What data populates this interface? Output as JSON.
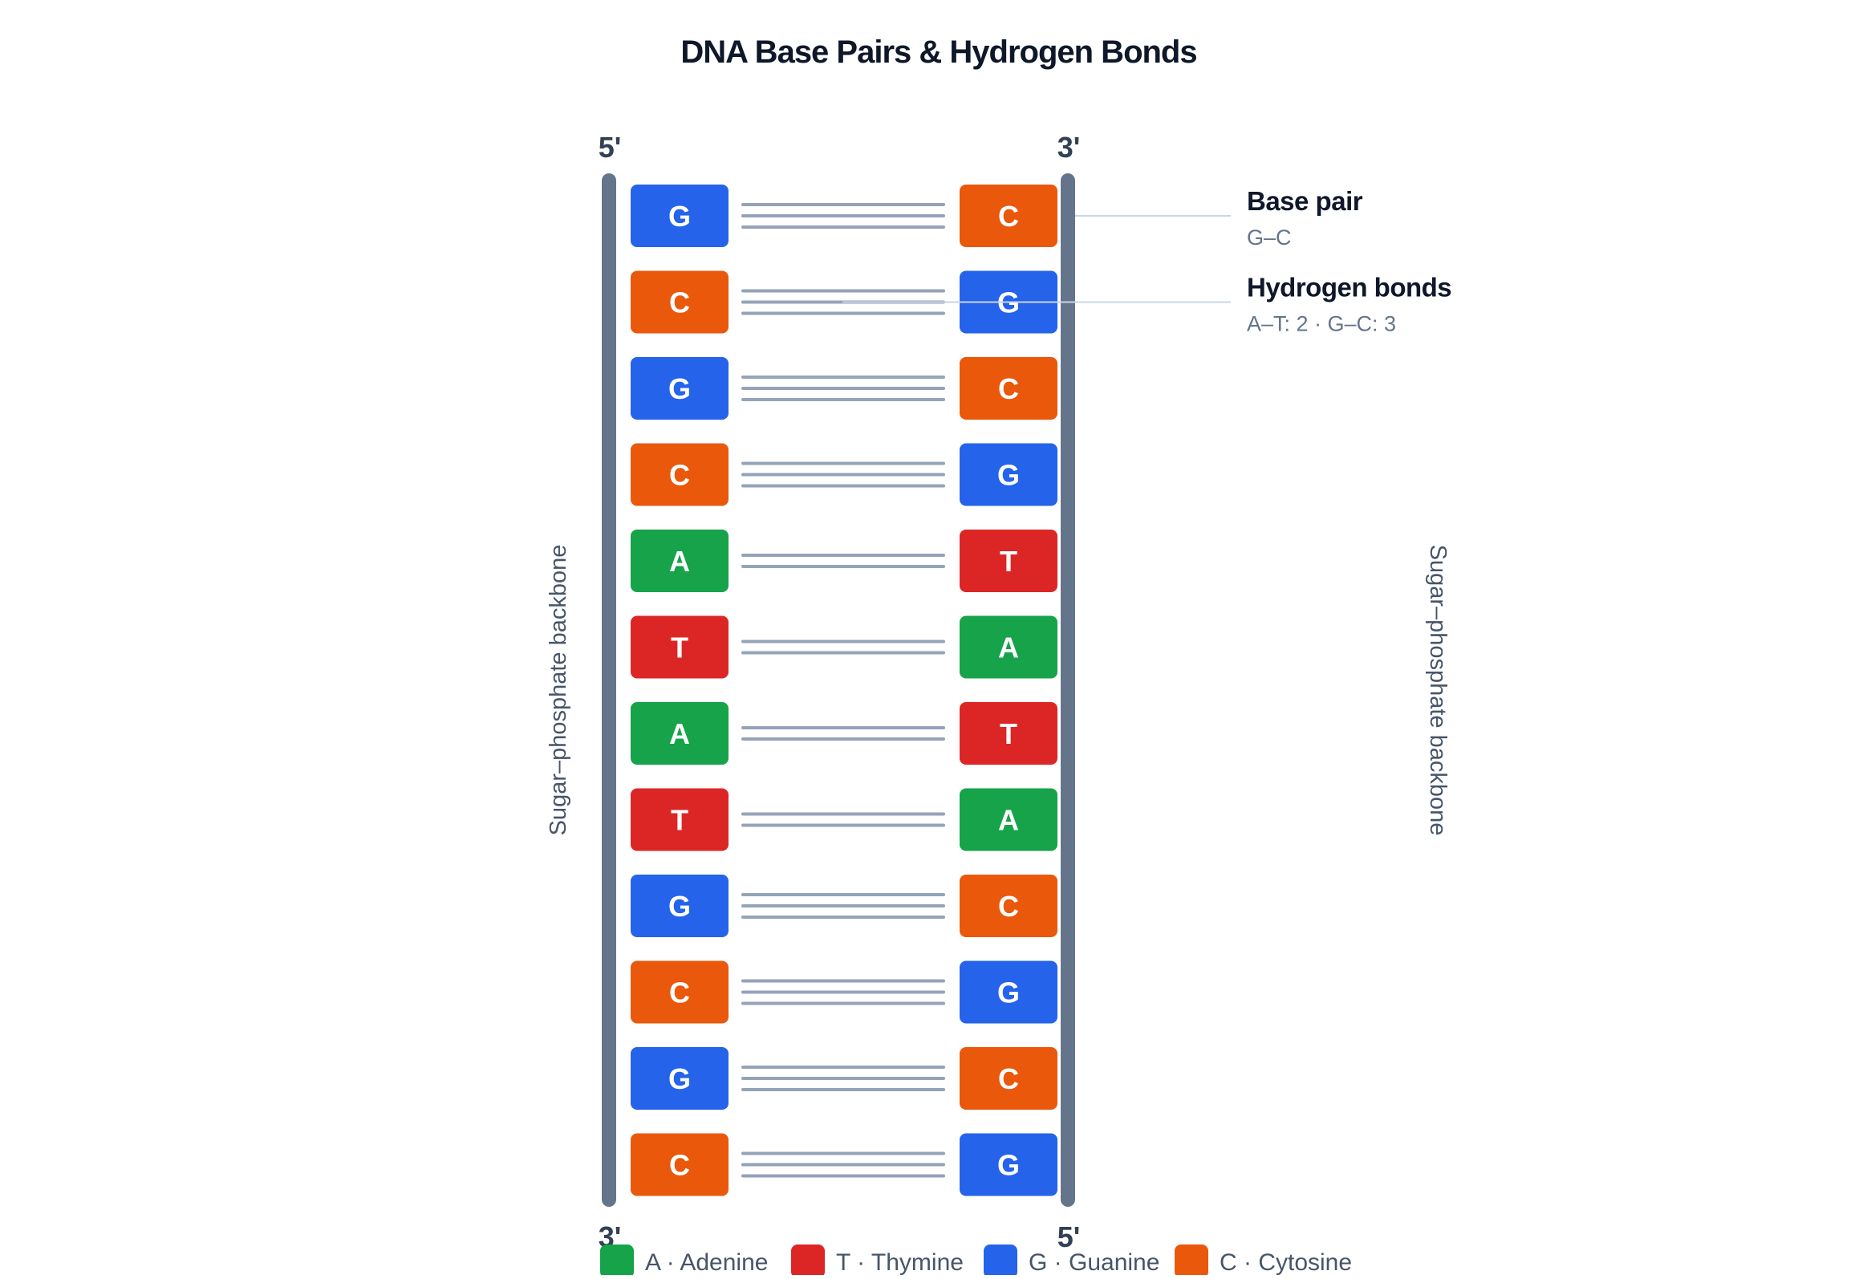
{
  "title": "DNA Base Pairs & Hydrogen Bonds",
  "strand_ends": {
    "left_top": "5'",
    "right_top": "3'",
    "left_bottom": "3'",
    "right_bottom": "5'"
  },
  "backbone_labels": {
    "left": "Sugar–phosphate backbone",
    "right": "Sugar–phosphate backbone"
  },
  "colors": {
    "A": "#16a34a",
    "T": "#dc2626",
    "G": "#2563eb",
    "C": "#ea580c",
    "backbone": "#64748b",
    "bond": "#94a3b8",
    "title": "#0f172a",
    "muted": "#64748b"
  },
  "hydrogen_bond_counts": {
    "A": 2,
    "T": 2,
    "G": 3,
    "C": 3
  },
  "pairs": [
    {
      "left": "G",
      "right": "C"
    },
    {
      "left": "C",
      "right": "G"
    },
    {
      "left": "G",
      "right": "C"
    },
    {
      "left": "C",
      "right": "G"
    },
    {
      "left": "A",
      "right": "T"
    },
    {
      "left": "T",
      "right": "A"
    },
    {
      "left": "A",
      "right": "T"
    },
    {
      "left": "T",
      "right": "A"
    },
    {
      "left": "G",
      "right": "C"
    },
    {
      "left": "C",
      "right": "G"
    },
    {
      "left": "G",
      "right": "C"
    },
    {
      "left": "C",
      "right": "G"
    }
  ],
  "annotations": [
    {
      "title": "Base pair",
      "subtitle": "G–C",
      "pair_index": 0,
      "target": "right-base"
    },
    {
      "title": "Hydrogen bonds",
      "subtitle": "A–T: 2 · G–C: 3",
      "pair_index": 1,
      "target": "bonds"
    }
  ],
  "legend": [
    {
      "base": "A",
      "label": "A · Adenine"
    },
    {
      "base": "T",
      "label": "T · Thymine"
    },
    {
      "base": "G",
      "label": "G · Guanine"
    },
    {
      "base": "C",
      "label": "C · Cytosine"
    }
  ]
}
